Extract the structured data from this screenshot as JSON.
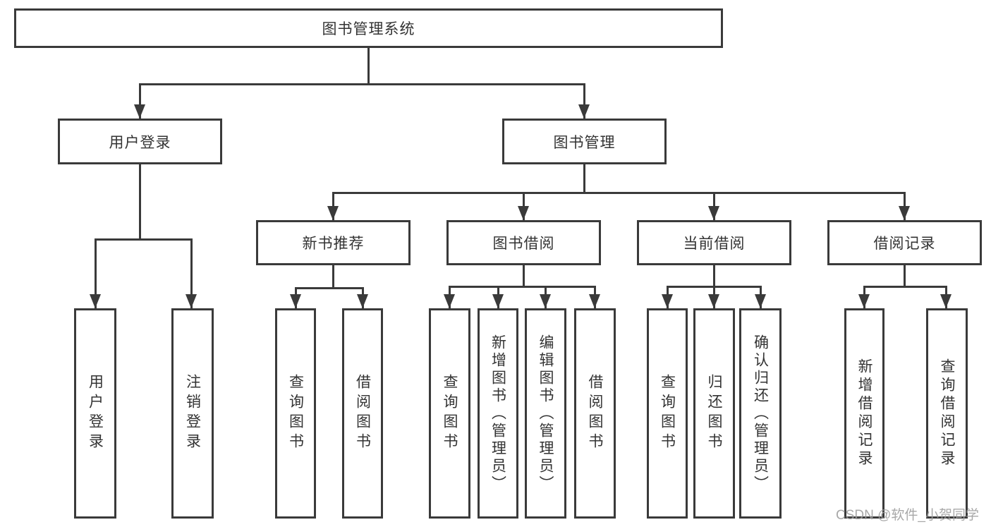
{
  "diagram": {
    "type": "hierarchy-tree",
    "colors": {
      "line": "#3a3a3a",
      "box_border": "#3a3a3a",
      "box_background": "#ffffff",
      "text": "#333333",
      "watermark": "#9e9e9e"
    },
    "nodes": {
      "root": "图书管理系统",
      "userLogin": "用户登录",
      "bookMgmt": "图书管理",
      "leafUserLogin": "用户登录",
      "leafLogout": "注销登录",
      "newBookRec": "新书推荐",
      "bookBorrow": "图书借阅",
      "currentBorrow": "当前借阅",
      "borrowRecord": "借阅记录",
      "nbQuery": "查询图书",
      "nbBorrow": "借阅图书",
      "bbQuery": "查询图书",
      "bbAdd": "新增图书（管理员）",
      "bbEdit": "编辑图书（管理员）",
      "bbBorrow": "借阅图书",
      "cbQuery": "查询图书",
      "cbReturn": "归还图书",
      "cbConfirm": "确认归还（管理员）",
      "brAdd": "新增借阅记录",
      "brQuery": "查询借阅记录"
    },
    "edges": [
      [
        "root",
        "userLogin"
      ],
      [
        "root",
        "bookMgmt"
      ],
      [
        "userLogin",
        "leafUserLogin"
      ],
      [
        "userLogin",
        "leafLogout"
      ],
      [
        "bookMgmt",
        "newBookRec"
      ],
      [
        "bookMgmt",
        "bookBorrow"
      ],
      [
        "bookMgmt",
        "currentBorrow"
      ],
      [
        "bookMgmt",
        "borrowRecord"
      ],
      [
        "newBookRec",
        "nbQuery"
      ],
      [
        "newBookRec",
        "nbBorrow"
      ],
      [
        "bookBorrow",
        "bbQuery"
      ],
      [
        "bookBorrow",
        "bbAdd"
      ],
      [
        "bookBorrow",
        "bbEdit"
      ],
      [
        "bookBorrow",
        "bbBorrow"
      ],
      [
        "currentBorrow",
        "cbQuery"
      ],
      [
        "currentBorrow",
        "cbReturn"
      ],
      [
        "currentBorrow",
        "cbConfirm"
      ],
      [
        "borrowRecord",
        "brAdd"
      ],
      [
        "borrowRecord",
        "brQuery"
      ]
    ],
    "watermark": "CSDN @软件_小贺同学"
  }
}
